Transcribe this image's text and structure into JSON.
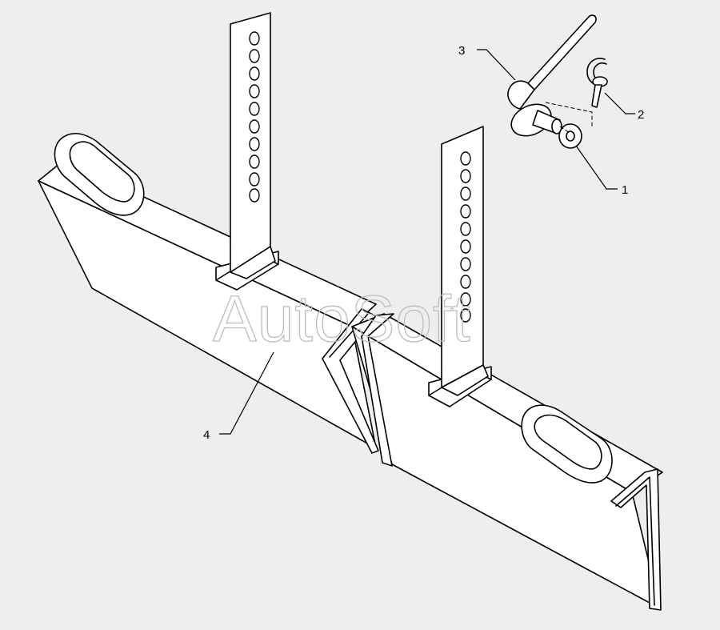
{
  "watermark": "AutoSoft",
  "callouts": [
    {
      "number": "1",
      "part": "washer"
    },
    {
      "number": "2",
      "part": "lynch-pin"
    },
    {
      "number": "3",
      "part": "mounting-pin"
    },
    {
      "number": "4",
      "part": "weight-bracket"
    }
  ]
}
